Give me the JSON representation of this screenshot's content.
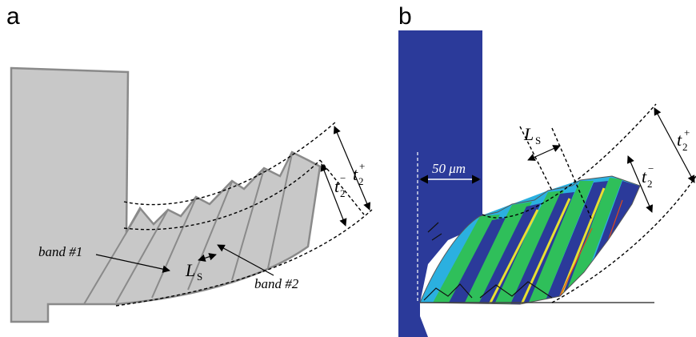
{
  "panels": [
    {
      "letter": "a",
      "labels": {
        "band1": "band #1",
        "band2": "band #2",
        "ls_main": "L",
        "ls_sub": "S",
        "t_main": "t",
        "t_sub": "2",
        "t_plus": "+",
        "t_minus": "−"
      }
    },
    {
      "letter": "b",
      "labels": {
        "scale": "50 μm",
        "ls_main": "L",
        "ls_sub": "S",
        "t_main": "t",
        "t_sub": "2",
        "t_plus": "+",
        "t_minus": "−"
      }
    }
  ],
  "colors": {
    "chip_gray": "#c8c8c8",
    "chip_edge": "#8a8a8a",
    "fem_blue": "#2b3a9a",
    "fem_cyan": "#1fa7d8",
    "fem_green": "#2fbf5a",
    "fem_yellow": "#e8e030"
  }
}
